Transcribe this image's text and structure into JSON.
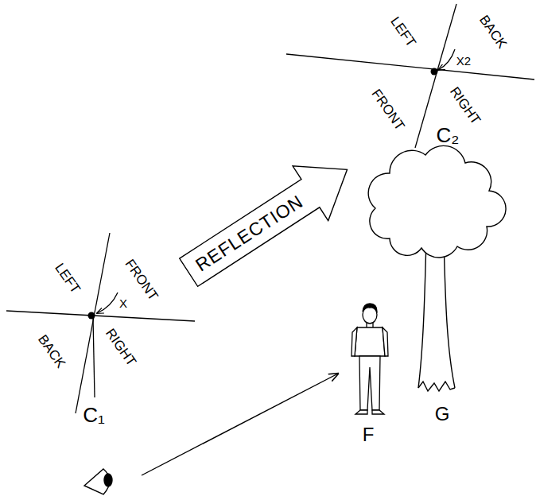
{
  "diagram": {
    "nodes": [
      {
        "text": [
          "REFLECTION"
        ]
      }
    ],
    "labels": [
      "LEFT",
      "FRONT",
      "X",
      "BACK",
      "RIGHT",
      "C₁",
      "LEFT",
      "BACK",
      "X2",
      "FRONT",
      "RIGHT",
      "C₂",
      "F",
      "G"
    ]
  }
}
